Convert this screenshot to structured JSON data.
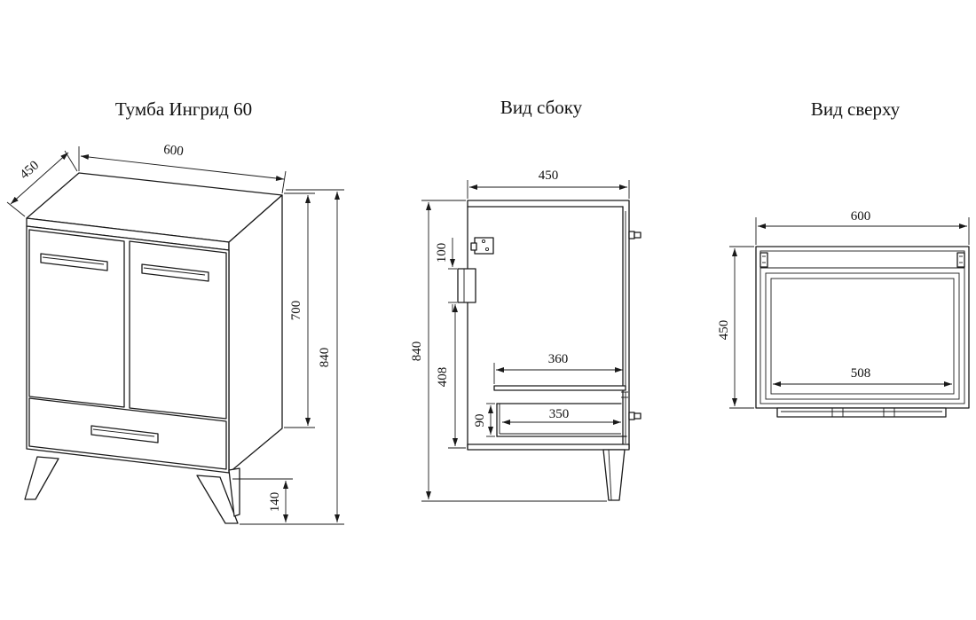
{
  "titles": {
    "main": "Тумба Ингрид 60",
    "side": "Вид сбоку",
    "top": "Вид сверху"
  },
  "dims": {
    "front_width": "600",
    "front_depth": "450",
    "front_body_height": "700",
    "front_total_height": "840",
    "front_legs": "140",
    "side_depth": "450",
    "side_total_height": "840",
    "side_upper": "100",
    "side_lower": "408",
    "side_shelf_depth": "360",
    "side_drawer_depth": "350",
    "side_drawer_height": "90",
    "top_width": "600",
    "top_depth": "450",
    "top_inner_width": "508"
  }
}
